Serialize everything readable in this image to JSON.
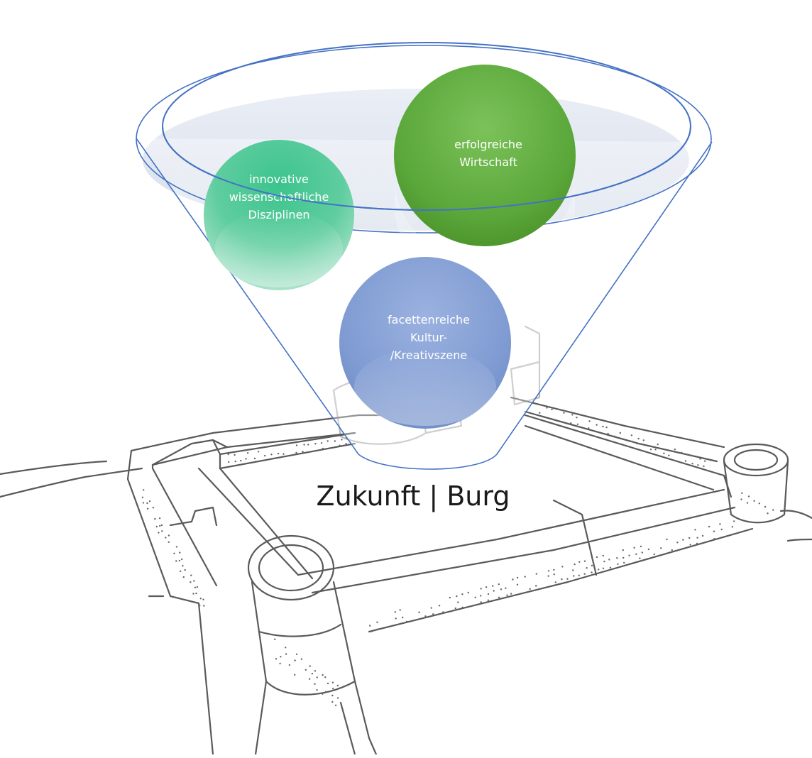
{
  "diagram": {
    "bubbles": [
      {
        "id": "science",
        "lines": [
          "innovative",
          "wissenschaftliche",
          "Disziplinen"
        ],
        "color_top": "#3dbf8a",
        "color_bottom": "#b9e6d2"
      },
      {
        "id": "economy",
        "lines": [
          "erfolgreiche",
          "Wirtschaft"
        ],
        "color_top": "#6ab84a",
        "color_bottom": "#4d9a2f"
      },
      {
        "id": "culture",
        "lines": [
          "facettenreiche",
          "Kultur-",
          "/Kreativszene"
        ],
        "color_top": "#8fa9dc",
        "color_bottom": "#7a96d0"
      }
    ],
    "funnel_color": "#4472c4",
    "caption": "Zukunft | Burg"
  }
}
